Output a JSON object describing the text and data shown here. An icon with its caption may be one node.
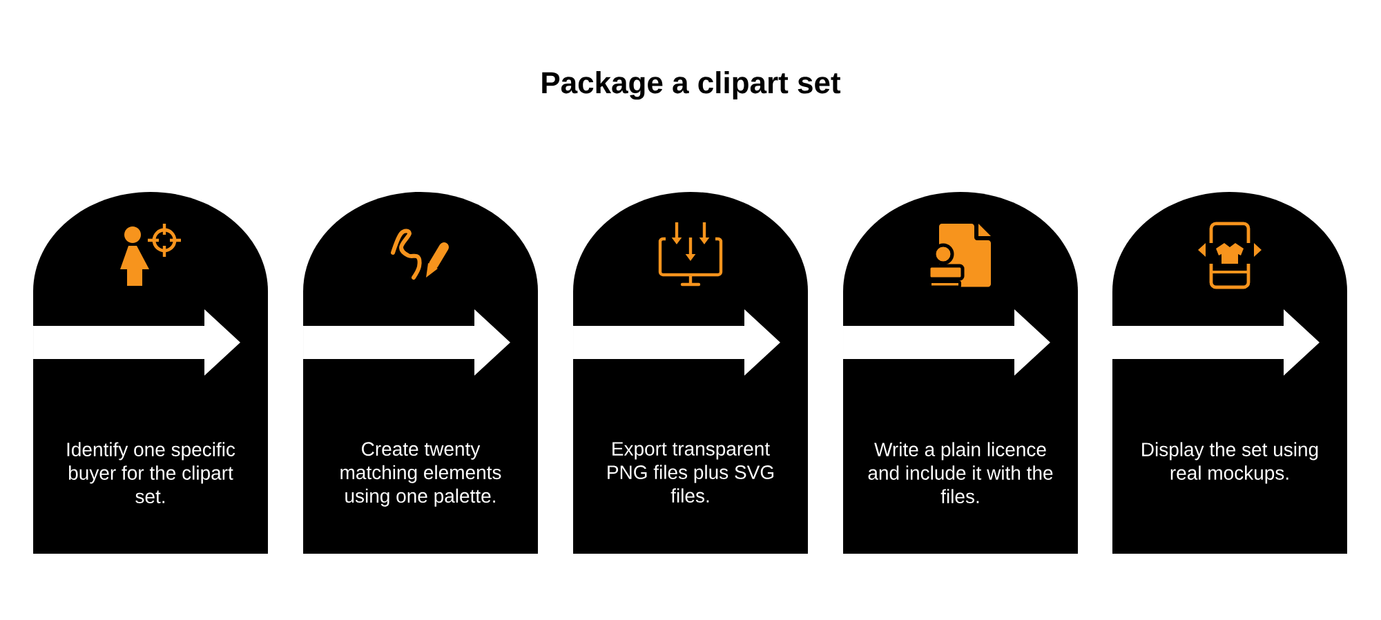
{
  "diagram": {
    "title": "Package a clipart set",
    "nodes": [
      {
        "text": [
          "Identify one specific buyer for the clipart set."
        ]
      },
      {
        "text": [
          "Create twenty matching elements using one palette."
        ]
      },
      {
        "text": [
          "Export transparent PNG files plus SVG files."
        ]
      },
      {
        "text": [
          "Write a plain licence and include it with the files."
        ]
      },
      {
        "text": [
          "Display the set using real mockups."
        ]
      }
    ]
  }
}
